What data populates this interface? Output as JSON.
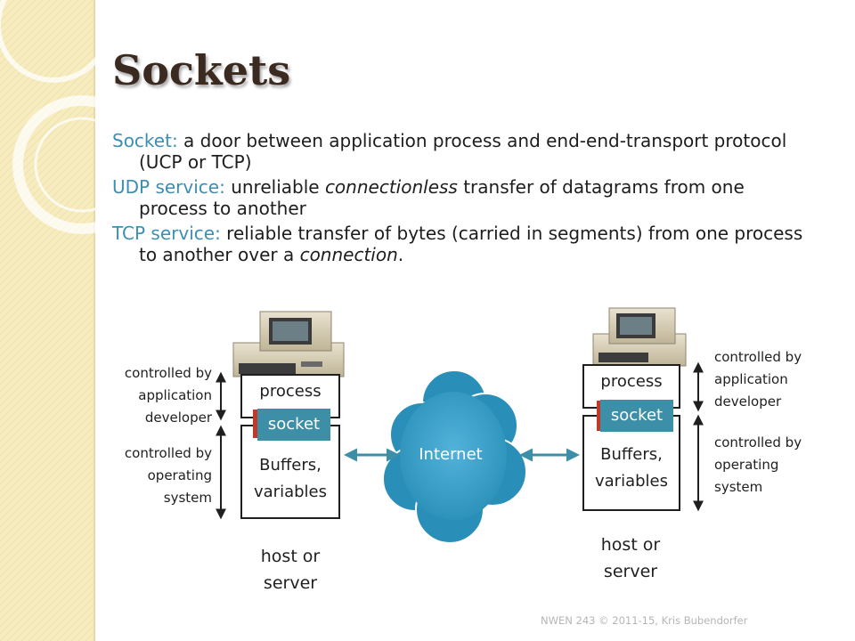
{
  "slide": {
    "title": "Sockets",
    "footer": "NWEN 243 © 2011-15, Kris Bubendorfer"
  },
  "bullets": [
    {
      "term": "Socket:",
      "text": " a door between application process and end-end-transport protocol (UCP or TCP)"
    },
    {
      "term": "UDP service:",
      "text_before": " unreliable ",
      "emphasis": "connectionless",
      "text_after": " transfer of datagrams from one process to another"
    },
    {
      "term": "TCP service:",
      "text_before": " reliable transfer of bytes (carried in segments)  from one process to another over a ",
      "emphasis": "connection",
      "text_after": "."
    }
  ],
  "diagram": {
    "internet_label": "Internet",
    "left_host": {
      "process_label": "process",
      "socket_label": "socket",
      "buffers_line1": "Buffers,",
      "buffers_line2": "variables",
      "host_line1": "host or",
      "host_line2": "server",
      "app_dev": [
        "controlled by",
        "application",
        "developer"
      ],
      "os": [
        "controlled by",
        "operating",
        "system"
      ]
    },
    "right_host": {
      "process_label": "process",
      "socket_label": "socket",
      "buffers_line1": "Buffers,",
      "buffers_line2": "variables",
      "host_line1": "host or",
      "host_line2": "server",
      "app_dev": [
        "controlled by",
        "application",
        "developer"
      ],
      "os": [
        "controlled by",
        "operating",
        "system"
      ]
    }
  },
  "colors": {
    "title": "#3b2a20",
    "term": "#3a8fb3",
    "socket_fill": "#3d8fa8",
    "socket_accent": "#c0392b",
    "cloud": "#2f9ac4",
    "sidebar": "#f6ecc0"
  },
  "icons": [
    "pet-computer-icon",
    "internet-cloud-icon",
    "double-arrow-icon"
  ]
}
